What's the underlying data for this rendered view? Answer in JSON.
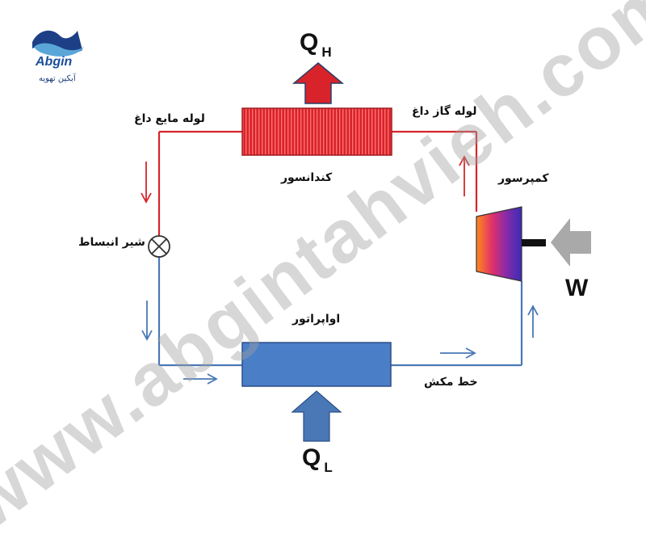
{
  "colors": {
    "hot_line": "#d6262b",
    "cold_line": "#4a78b6",
    "condenser": "#d8232a",
    "condenser_fins": "#ff6b6b",
    "evaporator": "#4a7fc8",
    "heat_in_arrow": "#4a78b6",
    "heat_out_arrow": "#d8232a",
    "work_arrow": "#a9a9a9",
    "watermark": "#a0a0a0"
  },
  "logo": {
    "name": "Abgin",
    "tagline": "آبکین تهویه"
  },
  "labels": {
    "condenser": "کندانسور",
    "evaporator": "اواپراتور",
    "compressor": "کمپرسور",
    "expansion_valve": "شیر انبساط",
    "hot_liquid_line": "لوله مایع داغ",
    "hot_gas_line": "لوله گاز داغ",
    "suction_line": "خط مکش"
  },
  "heat_out": {
    "symbol": "Q",
    "subscript": "H"
  },
  "heat_in": {
    "symbol": "Q",
    "subscript": "L"
  },
  "work": {
    "symbol": "W"
  },
  "watermark": "www.abgintahvieh.com"
}
